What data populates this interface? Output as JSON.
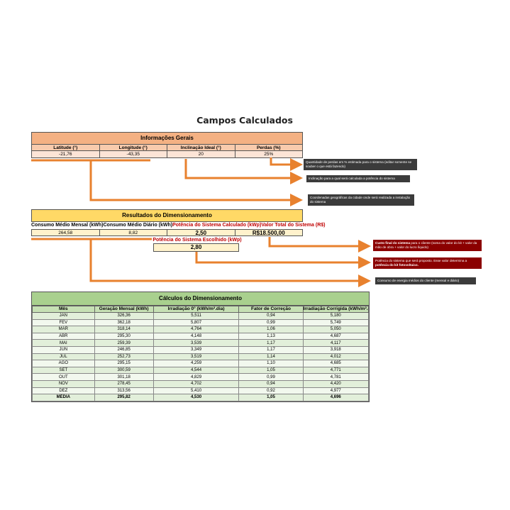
{
  "page_title": "Campos Calculados",
  "informacoes_gerais": {
    "title": "Informações Gerais",
    "labels": [
      "Latitude (°)",
      "Longitude (°)",
      "Inclinação Ideal (°)",
      "Perdas (%)"
    ],
    "values": [
      "-21,76",
      "-43,35",
      "20",
      "25%"
    ]
  },
  "resultados": {
    "title": "Resultados do Dimensionamento",
    "labels": [
      "Consumo Médio Mensal (kWh)",
      "Consumo Médio Diário (kWh)",
      "Potência do Sistema Calculado (kWp)",
      "Valor Total do Sistema (R$)"
    ],
    "values": [
      "264,58",
      "8,82",
      "2,50",
      "R$18.500,00"
    ],
    "potencia_escolhida_label": "Potência do Sistema Escolhido (kWp)",
    "potencia_escolhida_value": "2,80"
  },
  "notes": {
    "perdas": "Quantidade de perdas em % estimada para o sistema (editar somente se souber o que está fazendo)",
    "inclinacao": "Inclinação para a qual será calculada a potência do sistema",
    "coordenadas": "Coordenadas geográficas da cidade onde será realizada a instalação do sistema",
    "custo_bold": "Custo final do sistema",
    "custo_rest": " para o cliente (soma do valor do kit + valor da mão de obra + valor do lucro líquido)",
    "potencia_pre": "Potência do sistema que será proposto. Esse valor determina a ",
    "potencia_bold": "potência do kit fotovoltaico.",
    "consumo": "Consumo de energia médios do cliente (mensal e diário)"
  },
  "calculos": {
    "title": "Cálculos do Dimensionamento",
    "headers": [
      "Mês",
      "Geração Mensal (kWh)",
      "Irradiação 0° (kWh/m².dia)",
      "Fator de Correção",
      "Irradiação Corrigida (kWh/m².dia)"
    ],
    "rows": [
      [
        "JAN",
        "326,36",
        "5,511",
        "0,94",
        "5,180"
      ],
      [
        "FEV",
        "362,18",
        "5,807",
        "0,99",
        "5,749"
      ],
      [
        "MAR",
        "318,14",
        "4,764",
        "1,06",
        "5,050"
      ],
      [
        "ABR",
        "295,30",
        "4,148",
        "1,13",
        "4,687"
      ],
      [
        "MAI",
        "259,39",
        "3,539",
        "1,17",
        "4,117"
      ],
      [
        "JUN",
        "246,85",
        "3,349",
        "1,17",
        "3,918"
      ],
      [
        "JUL",
        "252,73",
        "3,519",
        "1,14",
        "4,012"
      ],
      [
        "AGO",
        "295,15",
        "4,259",
        "1,10",
        "4,685"
      ],
      [
        "SET",
        "300,59",
        "4,544",
        "1,05",
        "4,771"
      ],
      [
        "OUT",
        "301,18",
        "4,829",
        "0,99",
        "4,781"
      ],
      [
        "NOV",
        "278,45",
        "4,702",
        "0,94",
        "4,420"
      ],
      [
        "DEZ",
        "313,56",
        "5,410",
        "0,92",
        "4,977"
      ]
    ],
    "media": [
      "MÉDIA",
      "295,82",
      "4,530",
      "1,05",
      "4,696"
    ]
  },
  "colors": {
    "arrow": "#e8812e",
    "ig_header": "#f4b183",
    "rd_header": "#ffd966",
    "cd_header": "#a9d08e",
    "note_dark": "#3b3b3b",
    "note_red": "#8b0000"
  }
}
